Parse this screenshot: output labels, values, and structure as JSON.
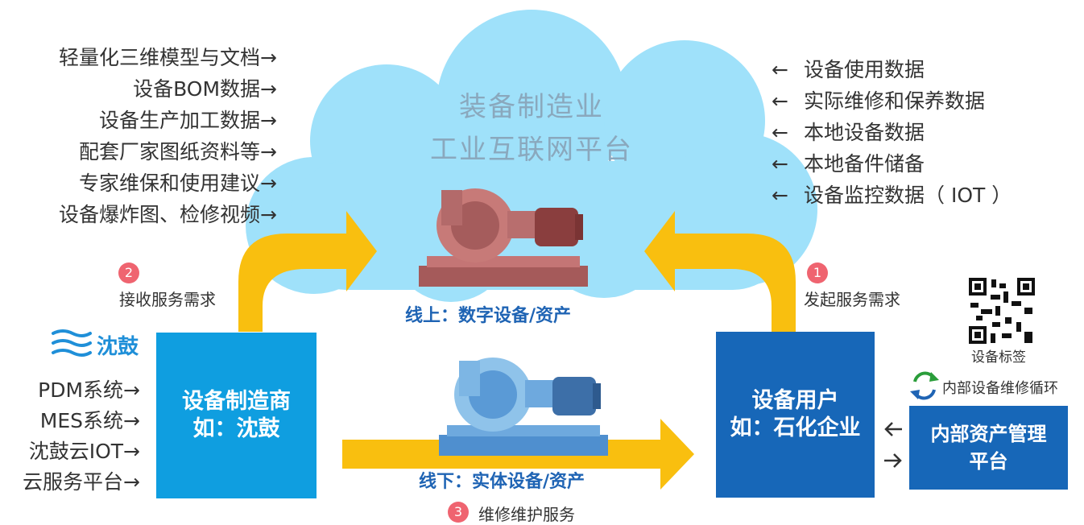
{
  "cloud": {
    "title_line1": "装备制造业",
    "title_line2": "工业互联网平台"
  },
  "manufacturer_inputs": [
    "轻量化三维模型与文档",
    "设备BOM数据",
    "设备生产加工数据",
    "配套厂家图纸资料等",
    "专家维保和使用建议",
    "设备爆炸图、检修视频"
  ],
  "user_inputs": [
    "设备使用数据",
    "实际维修和保养数据",
    "本地设备数据",
    "本地备件储备",
    "设备监控数据（ IOT ）"
  ],
  "arrows": {
    "right": "→",
    "left": "←"
  },
  "steps": {
    "step1": {
      "number": "1",
      "label": "发起服务需求"
    },
    "step2": {
      "number": "2",
      "label": "接收服务需求"
    },
    "step3": {
      "number": "3",
      "label": "维修维护服务"
    }
  },
  "online_label": "线上：数字设备/资产",
  "offline_label": "线下：实体设备/资产",
  "brand": {
    "name": "沈鼓"
  },
  "systems": [
    "PDM系统",
    "MES系统",
    "沈鼓云IOT",
    "云服务平台"
  ],
  "manufacturer_box": {
    "line1": "设备制造商",
    "line2": "如：沈鼓",
    "color": "#0f9ee0"
  },
  "user_box": {
    "line1": "设备用户",
    "line2": "如：石化企业",
    "color": "#1767b8"
  },
  "asset_box": {
    "line1": "内部资产管理",
    "line2": "平台",
    "color": "#1767b8"
  },
  "qr": {
    "label": "设备标签"
  },
  "cycle": {
    "label": "内部设备维修循环"
  },
  "colors": {
    "cloud": "#9fe1fa",
    "flow_arrow": "#f9bf0f",
    "accent_blue": "#1f64b4"
  }
}
